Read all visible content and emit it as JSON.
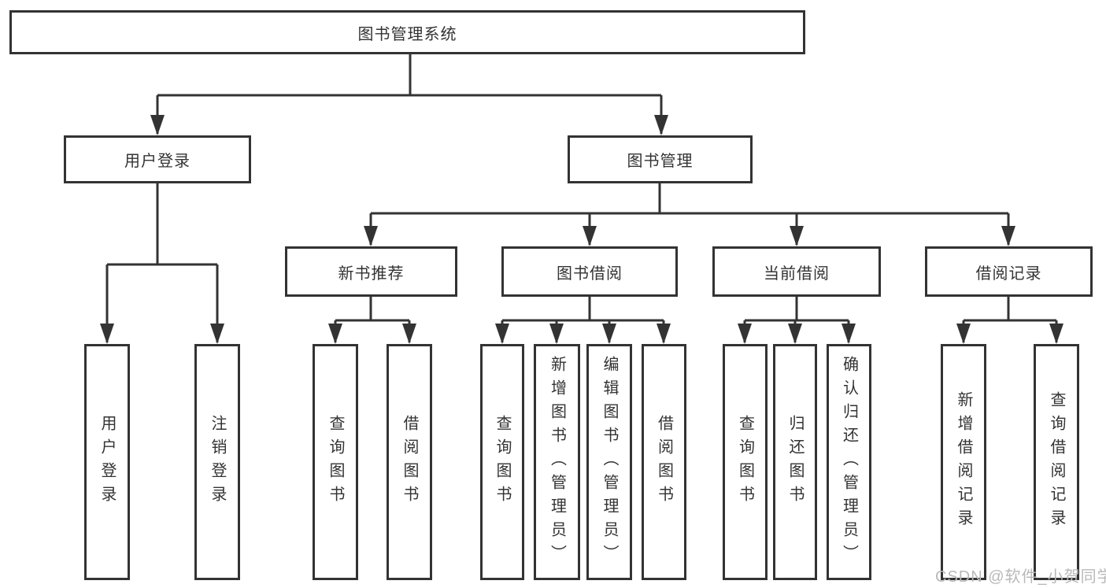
{
  "diagram": {
    "title": "图书管理系统",
    "root": {
      "label": "图书管理系统"
    },
    "level2": [
      {
        "label": "用户登录"
      },
      {
        "label": "图书管理"
      }
    ],
    "level3": [
      {
        "label": "新书推荐",
        "parent": "图书管理"
      },
      {
        "label": "图书借阅",
        "parent": "图书管理"
      },
      {
        "label": "当前借阅",
        "parent": "图书管理"
      },
      {
        "label": "借阅记录",
        "parent": "图书管理"
      }
    ],
    "leaves": [
      {
        "label": "用户登录",
        "parent": "用户登录"
      },
      {
        "label": "注销登录",
        "parent": "用户登录"
      },
      {
        "label": "查询图书",
        "parent": "新书推荐"
      },
      {
        "label": "借阅图书",
        "parent": "新书推荐"
      },
      {
        "label": "查询图书",
        "parent": "图书借阅"
      },
      {
        "label": "新增图书（管理员）",
        "parent": "图书借阅"
      },
      {
        "label": "编辑图书（管理员）",
        "parent": "图书借阅"
      },
      {
        "label": "借阅图书",
        "parent": "图书借阅"
      },
      {
        "label": "查询图书",
        "parent": "当前借阅"
      },
      {
        "label": "归还图书",
        "parent": "当前借阅"
      },
      {
        "label": "确认归还（管理员）",
        "parent": "当前借阅"
      },
      {
        "label": "新增借阅记录",
        "parent": "借阅记录"
      },
      {
        "label": "查询借阅记录",
        "parent": "借阅记录"
      }
    ],
    "colors": {
      "line": "#333333",
      "box_border": "#333333",
      "text": "#333333",
      "background": "#ffffff",
      "watermark_text": "#b9b9b9"
    }
  },
  "watermark": {
    "text": "CSDN @软件_小贺同学"
  }
}
